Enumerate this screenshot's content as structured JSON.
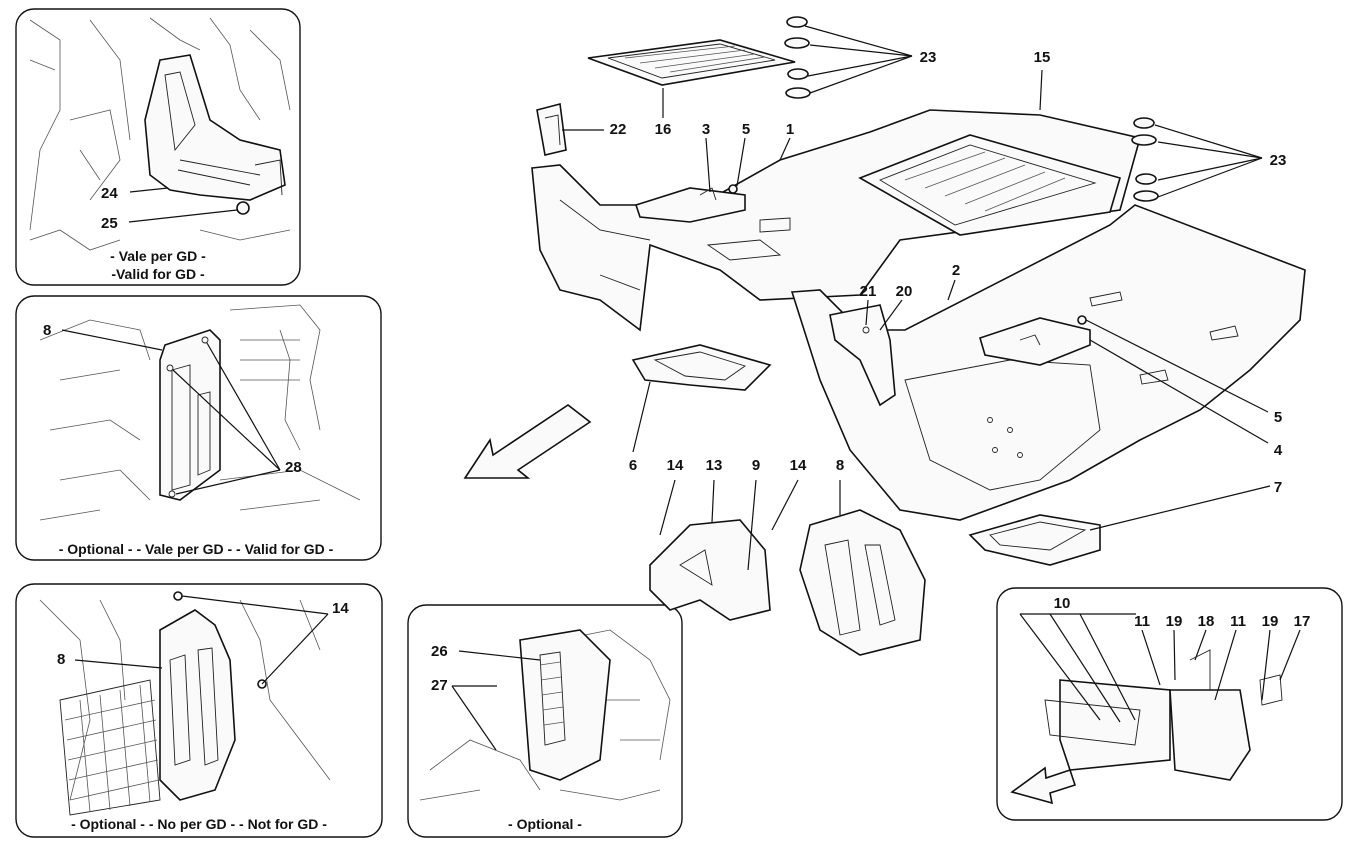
{
  "insets": {
    "top_left": {
      "caption_line1": "- Vale per GD -",
      "caption_line2": "-Valid for GD -",
      "labels": [
        "24",
        "25"
      ]
    },
    "middle_left": {
      "caption": "- Optional - - Vale per GD - - Valid for GD -",
      "labels": [
        "8",
        "28"
      ]
    },
    "bottom_left": {
      "caption": "- Optional - - No per GD - - Not for GD -",
      "labels": [
        "14",
        "8"
      ]
    },
    "bottom_center": {
      "caption": "- Optional -",
      "labels": [
        "26",
        "27"
      ]
    },
    "bottom_right": {
      "labels": [
        "10",
        "11",
        "19",
        "18",
        "11",
        "19",
        "17"
      ]
    }
  },
  "main_labels": [
    "23",
    "15",
    "22",
    "16",
    "3",
    "5",
    "1",
    "23",
    "21",
    "20",
    "2",
    "5",
    "4",
    "6",
    "14",
    "13",
    "9",
    "14",
    "8",
    "7"
  ]
}
